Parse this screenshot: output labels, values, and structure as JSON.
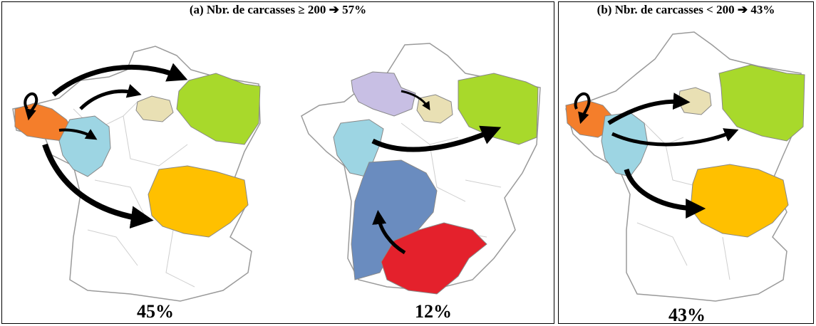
{
  "panel_a": {
    "title": "(a)  Nbr. de carcasses ≥ 200 ➔ 57%",
    "maps": [
      {
        "percentage": "45%"
      },
      {
        "percentage": "12%"
      }
    ]
  },
  "panel_b": {
    "title": "(b) Nbr. de carcasses < 200 ➔ 43%",
    "maps": [
      {
        "percentage": "43%"
      }
    ]
  },
  "colors": {
    "bretagne": "#F47E2B",
    "pays_de_la_loire": "#9DD5E3",
    "ile_de_france": "#E9E0B4",
    "grand_est": "#A8D92B",
    "auvergne_rhone_alpes": "#FFC000",
    "normandie": "#C8BFE4",
    "nouvelle_aquitaine": "#6A8CBF",
    "occitanie": "#E4212C",
    "arrow": "#000000",
    "border": "#9a9a9a"
  }
}
